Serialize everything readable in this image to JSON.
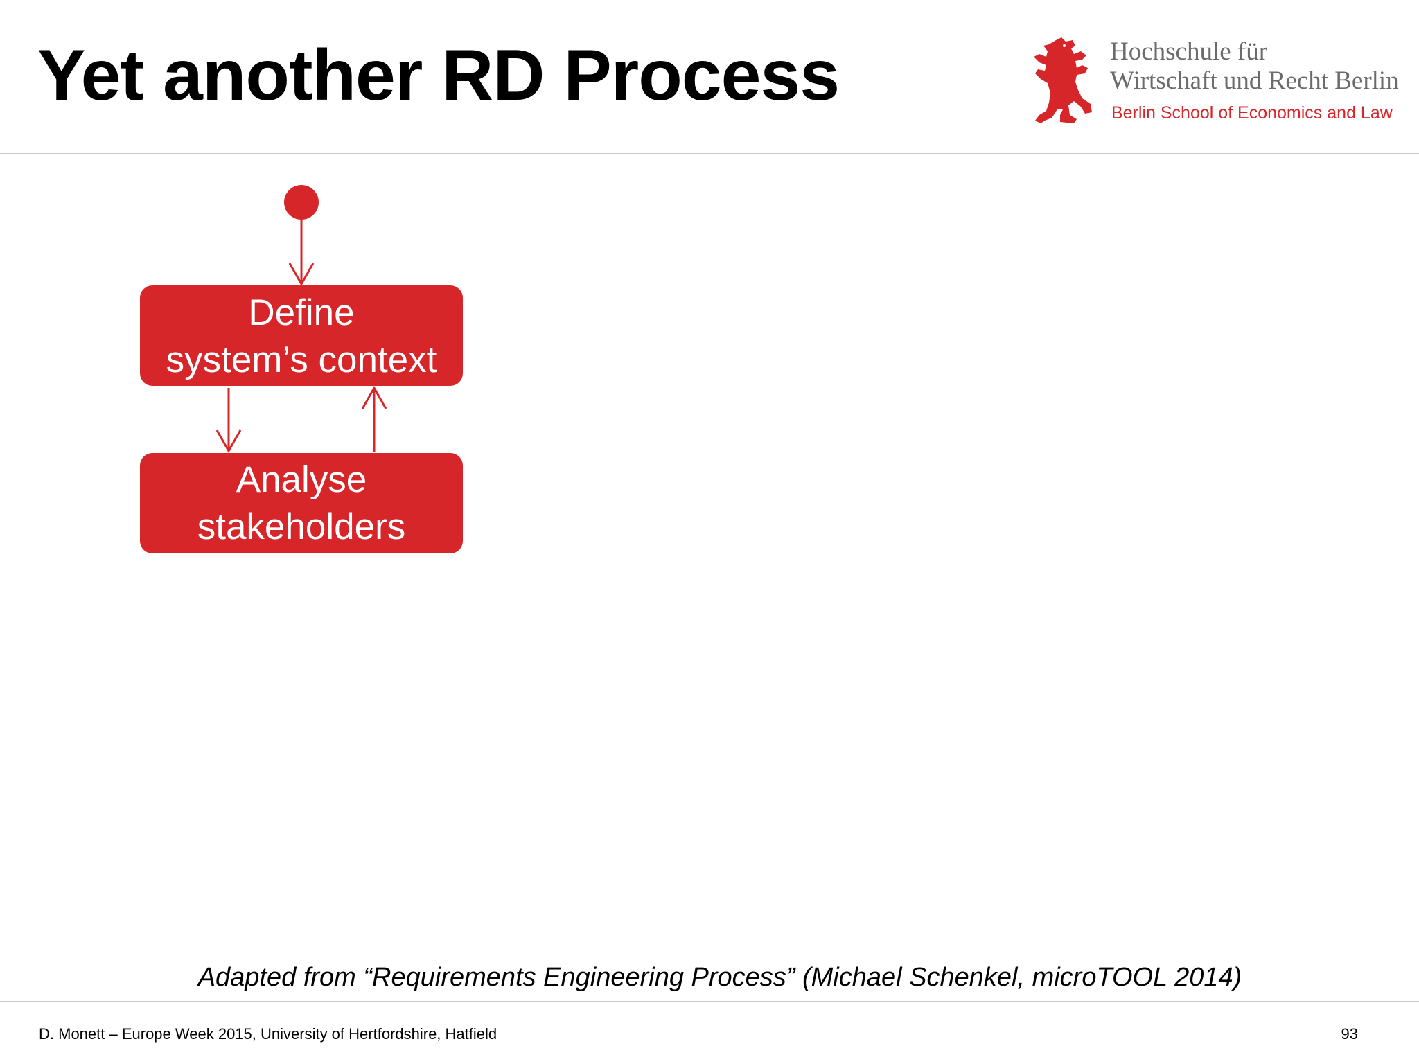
{
  "slide": {
    "title": "Yet another RD Process",
    "source_note": "Adapted from “Requirements Engineering Process” (Michael Schenkel, microTOOL 2014)"
  },
  "logo": {
    "line1": "Hochschule für",
    "line2": "Wirtschaft und Recht Berlin",
    "line3": "Berlin School of Economics and Law",
    "bear_icon": "berlin-bear-icon",
    "color": "#d7262a"
  },
  "diagram": {
    "accent_color": "#d7262a",
    "nodes": [
      {
        "lines": [
          "Define",
          "system’s context"
        ]
      },
      {
        "lines": [
          "Analyse",
          "stakeholders"
        ]
      }
    ]
  },
  "footer": {
    "left": "D. Monett – Europe Week 2015, University of Hertfordshire, Hatfield",
    "page": "93"
  }
}
